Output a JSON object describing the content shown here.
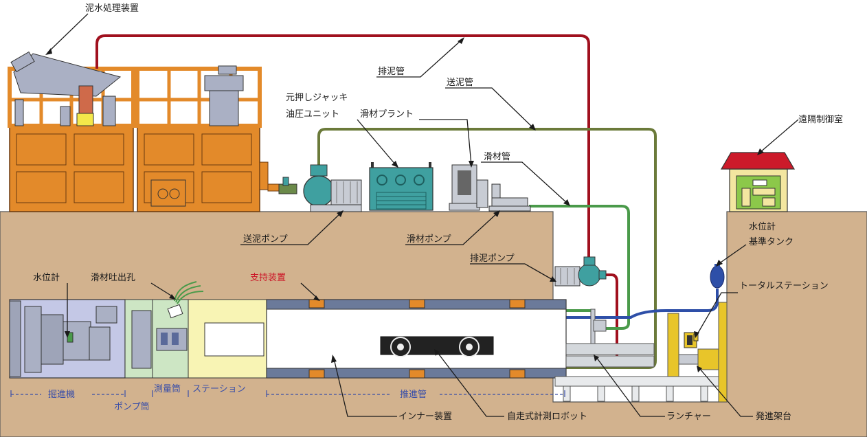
{
  "labels": {
    "slurry_treatment": "泥水処理装置",
    "discharge_pipe": "排泥管",
    "feed_pipe": "送泥管",
    "jack_unit_line1": "元押しジャッキ",
    "jack_unit_line2": "油圧ユニット",
    "lubricant_plant": "滑材プラント",
    "lubricant_pipe": "滑材管",
    "remote_control_room": "遠隔制御室",
    "feed_pump": "送泥ポンプ",
    "lubricant_pump": "滑材ポンプ",
    "discharge_pump": "排泥ポンプ",
    "water_level_tank_line1": "水位計",
    "water_level_tank_line2": "基準タンク",
    "total_station": "トータルステーション",
    "water_level_meter": "水位計",
    "lubricant_outlet": "滑材吐出孔",
    "support_device": "支持装置",
    "excavator": "掘進機",
    "measuring_tube": "測量筒",
    "station": "ステーション",
    "pump_tube": "ポンプ筒",
    "propulsion_pipe": "推進管",
    "inner_device": "インナー装置",
    "robot": "自走式計測ロボット",
    "launcher": "ランチャー",
    "launch_stand": "発進架台"
  },
  "colors": {
    "ground": "#d2b28e",
    "sky": "#ffffff",
    "slurry_plant": "#e38a2a",
    "discharge_line": "#a0101e",
    "feed_line": "#6b7a3a",
    "lubricant_line": "#4a9a4a",
    "water_line": "#2e4fa8",
    "pump_teal": "#3fa0a0",
    "label_blue": "#3a4fa8",
    "label_red": "#cc1a2a",
    "roof_red": "#cc1a2a",
    "house_yellow": "#f3e6a0",
    "launch_yellow": "#e8c52a"
  }
}
